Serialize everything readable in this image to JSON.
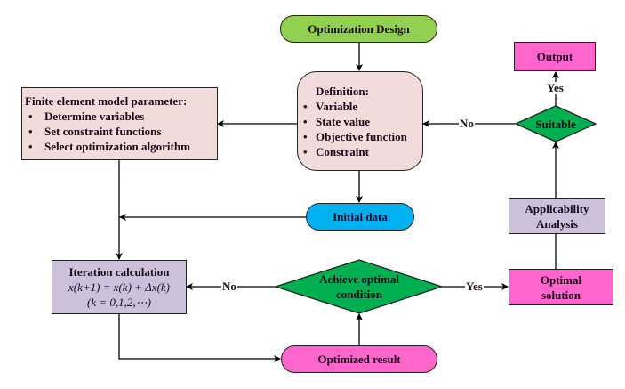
{
  "diagram": {
    "nodes": {
      "start": {
        "label": "Optimization Design",
        "shape": "rounded-pill",
        "color": "#92d050"
      },
      "definition": {
        "title": "Definition:",
        "items": [
          "Variable",
          "State value",
          "Objective function",
          "Constraint"
        ],
        "shape": "rounded-rect",
        "color": "#f2dcdb"
      },
      "fem": {
        "title": "Finite element model parameter:",
        "items": [
          "Determine variables",
          "Set constraint functions",
          "Select optimization algorithm"
        ],
        "shape": "rect",
        "color": "#f2dcdb"
      },
      "initial_data": {
        "label": "Initial data",
        "shape": "rounded-pill",
        "color": "#00b0f0"
      },
      "iteration": {
        "title": "Iteration calculation",
        "formula": "x(k+1) = x(k) + Δx(k)",
        "range": "(k = 0,1,2,⋯)",
        "shape": "rect",
        "color": "#ccc0da"
      },
      "achieve": {
        "label_line1": "Achieve optimal",
        "label_line2": "condition",
        "shape": "diamond",
        "color": "#00b050"
      },
      "optimal_solution": {
        "label_line1": "Optimal",
        "label_line2": "solution",
        "shape": "rect",
        "color": "#ff66cc"
      },
      "applicability": {
        "label_line1": "Applicability",
        "label_line2": "Analysis",
        "shape": "rect",
        "color": "#ccc0da"
      },
      "suitable": {
        "label": "Suitable",
        "shape": "diamond",
        "color": "#00b050"
      },
      "output": {
        "label": "Output",
        "shape": "rect",
        "color": "#ff66cc"
      },
      "optimized_result": {
        "label": "Optimized result",
        "shape": "rounded-pill",
        "color": "#ff66cc"
      }
    },
    "edge_labels": {
      "achieve_no": "No",
      "achieve_yes": "Yes",
      "suitable_no": "No",
      "suitable_yes": "Yes"
    }
  }
}
